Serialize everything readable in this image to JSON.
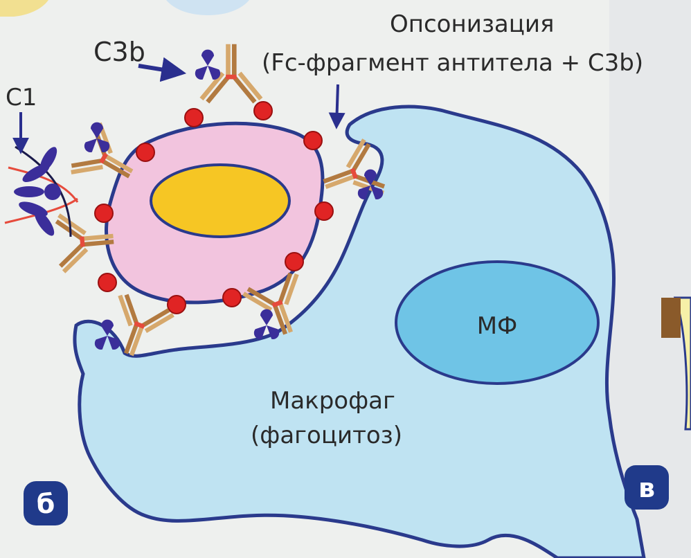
{
  "labels": {
    "c3b": "C3b",
    "c1": "C1",
    "opsonization_title": "Опсонизация",
    "opsonization_sub": "(Fc-фрагмент антитела + C3b)",
    "mf": "МФ",
    "macrophage": "Макрофаг",
    "phagocytosis": "(фагоцитоз)",
    "panel_b": "б",
    "panel_v": "в"
  },
  "colors": {
    "background": "#eef0ee",
    "macrophage_fill": "#bfe3f2",
    "macrophage_stroke": "#2a3a8c",
    "nucleus_mf_fill": "#6fc4e6",
    "target_cell_fill": "#f2c4de",
    "target_nucleus_fill": "#f6c624",
    "c3b_dot": "#e02424",
    "antibody": "#c8955a",
    "complement": "#3b2e9a",
    "badge": "#203a8a"
  },
  "icons": {
    "c3b_arrow": "arrow-right-icon",
    "c1_arrow": "arrow-down-icon",
    "opsonization_arrow": "arrow-down-icon",
    "complement_molecule": "trefoil-icon",
    "c1_complex": "flower-icon"
  }
}
